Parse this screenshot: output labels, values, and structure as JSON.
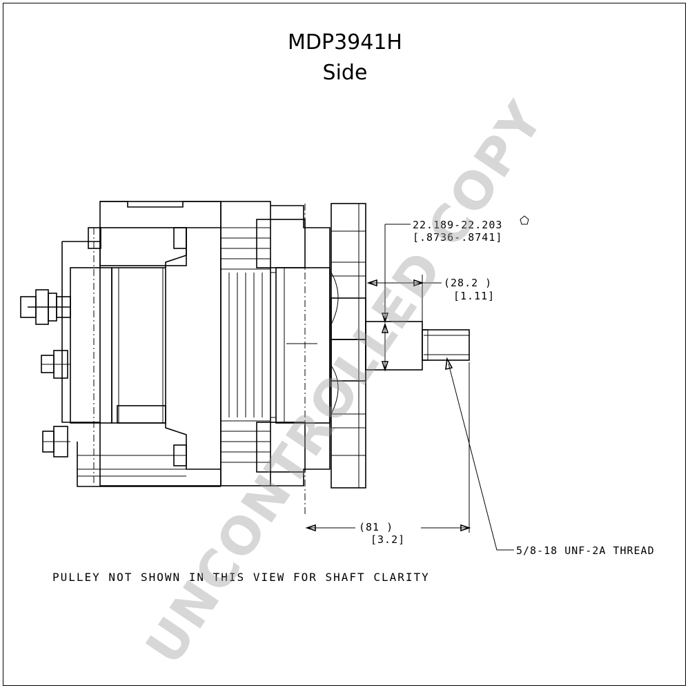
{
  "drawing": {
    "title": "MDP3941H",
    "subtitle": "Side",
    "note": "PULLEY NOT SHOWN IN THIS VIEW FOR SHAFT CLARITY",
    "watermark": "UNCONTROLLED COPY"
  },
  "dimensions": {
    "shaft_diameter_mm": "22.189-22.203",
    "shaft_diameter_in": "[.8736-.8741]",
    "shoulder_length_mm": "(28.2   )",
    "shoulder_length_in": "[1.11]",
    "overall_length_mm": "(81     )",
    "overall_length_in": "[3.2]",
    "thread_callout": "5/8-18 UNF-2A THREAD"
  }
}
